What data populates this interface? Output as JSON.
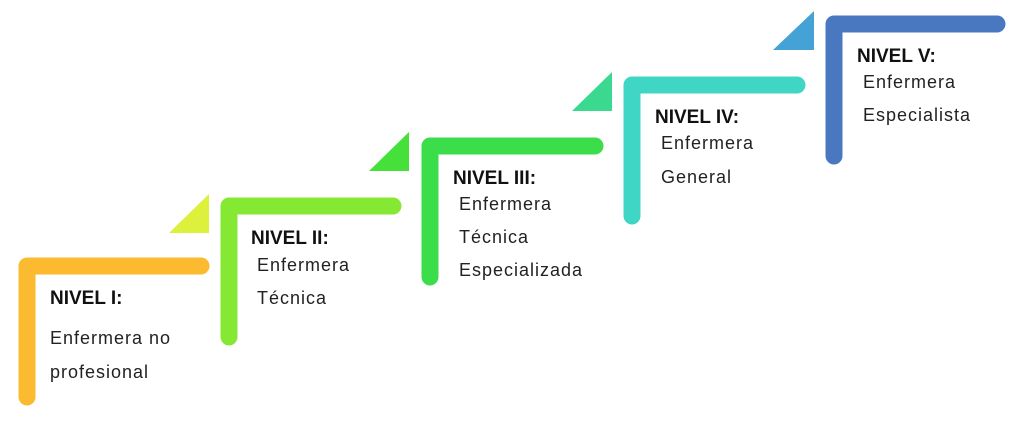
{
  "levels": [
    {
      "title": "NIVEL I:",
      "lines": [
        "Enfermera no",
        "profesional"
      ],
      "color": "#FBBA2F",
      "accent": "#FBBA2F"
    },
    {
      "title": "NIVEL II:",
      "lines": [
        "Enfermera",
        "Técnica"
      ],
      "color": "#85E934",
      "accent": "#DCF03C"
    },
    {
      "title": "NIVEL III:",
      "lines": [
        "Enfermera",
        "Técnica",
        "Especializada"
      ],
      "color": "#3BDD4B",
      "accent": "#45E13A"
    },
    {
      "title": "NIVEL IV:",
      "lines": [
        "Enfermera",
        "General"
      ],
      "color": "#40D6C6",
      "accent": "#3AD98F"
    },
    {
      "title": "NIVEL V:",
      "lines": [
        "Enfermera",
        "Especialista"
      ],
      "color": "#4A78C0",
      "accent": "#44A2D6"
    }
  ]
}
